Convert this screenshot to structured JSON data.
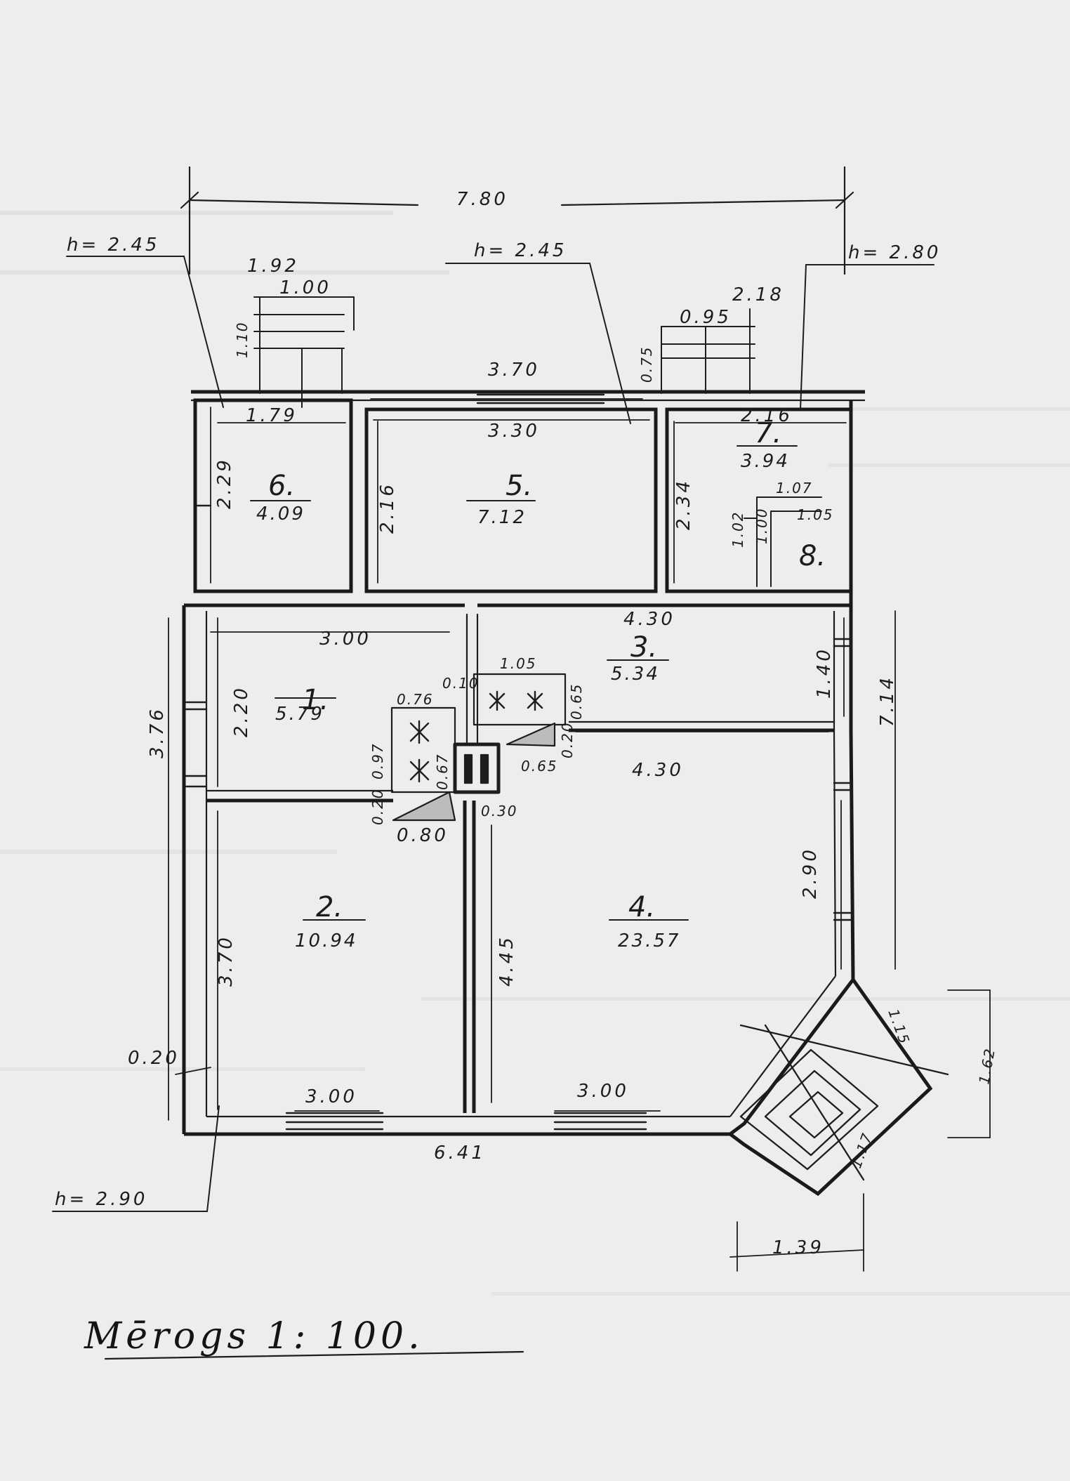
{
  "overall_width": "7.80",
  "heights": {
    "top_left": "h= 2.45",
    "top_mid": "h= 2.45",
    "top_right": "h= 2.80",
    "bottom_left": "h= 2.90"
  },
  "windows": {
    "w6_outer": "1.92",
    "w6_inner": "1.00",
    "w6_depth": "1.10",
    "w7_outer": "2.18",
    "w7_inner": "0.95",
    "w7_depth": "0.75"
  },
  "rooms": [
    {
      "num": "1.",
      "area": "5.79"
    },
    {
      "num": "2.",
      "area": "10.94"
    },
    {
      "num": "3.",
      "area": "5.34"
    },
    {
      "num": "4.",
      "area": "23.57"
    },
    {
      "num": "5.",
      "area": "7.12"
    },
    {
      "num": "6.",
      "area": "4.09"
    },
    {
      "num": "7.",
      "area": "3.94"
    },
    {
      "num": "8.",
      "area": ""
    }
  ],
  "dims": {
    "top_room5": "3.70",
    "room6_w": "1.79",
    "room5_w": "3.30",
    "room7_w": "2.16",
    "room6_h": "2.29",
    "room5_h": "2.16",
    "room7_h": "2.34",
    "room8_w1": "1.07",
    "room8_w2": "1.05",
    "room8_h1": "1.02",
    "room8_h2": "1.00",
    "room1_w": "3.00",
    "room1_h": "2.20",
    "left_h": "3.76",
    "room3_w": "4.30",
    "hall_w": "4.30",
    "right_h1": "1.40",
    "right_total": "7.14",
    "stove1_w": "1.05",
    "stove1_h": "0.65",
    "small_010": "0.10",
    "stove2_w": "0.76",
    "stove2_h": "0.97",
    "stove2_b": "0.67",
    "step_065": "0.65",
    "step_020": "0.20",
    "chimney_030": "0.30",
    "hatch_w": "0.80",
    "hatch_h": "0.20",
    "room2_h": "3.70",
    "room4_h": "4.45",
    "right_h2": "2.90",
    "wall_020": "0.20",
    "bottom_w1": "3.00",
    "bottom_w2": "3.00",
    "bottom_total": "6.41",
    "bay_diag": "1.15",
    "bay_h": "1.62",
    "bay_diag2": "1.17",
    "bay_w": "1.39"
  },
  "scale_label": "Mērogs 1: 100."
}
